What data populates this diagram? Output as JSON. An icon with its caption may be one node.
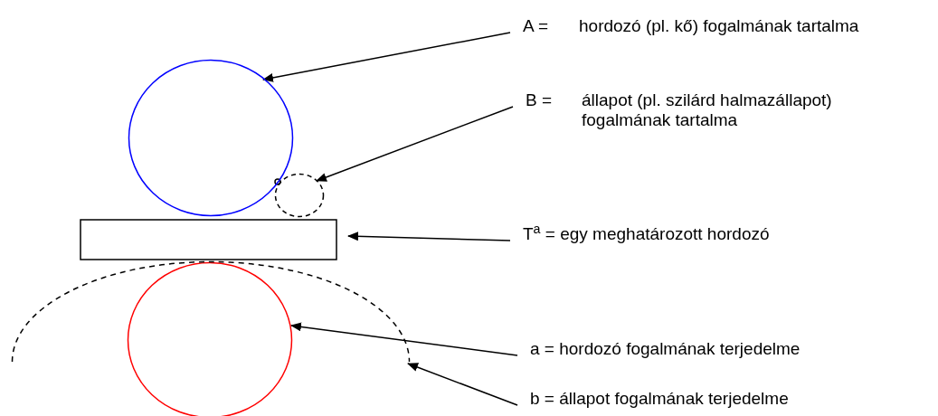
{
  "diagram": {
    "nodes": [
      {
        "text": [
          "A =",
          "hordozó (pl. kő) fogalmának tartalma"
        ]
      },
      {
        "text": [
          "B =",
          "állapot (pl. szilárd halmazállapot) fogalmának tartalma"
        ]
      },
      {
        "text": [],
        "shape": "circle"
      },
      {
        "text": [],
        "shape": "circle"
      },
      {
        "text": [],
        "shape": "box"
      },
      {
        "text": [
          "T$^{a}$ = egy meghatározott hordozó"
        ]
      },
      {
        "text": [],
        "shape": "circle"
      },
      {
        "text": [],
        "shape": "arc"
      },
      {
        "text": [
          "a = hordozó fogalmának terjedelme"
        ]
      },
      {
        "text": [
          "b = állapot fogalmának terjedelme"
        ]
      }
    ],
    "edges": [
      {
        "from": 0,
        "to": 2,
        "arrow": "to"
      },
      {
        "from": 1,
        "to": 3,
        "arrow": "to"
      },
      {
        "from": 5,
        "to": 4,
        "arrow": "to"
      },
      {
        "from": 8,
        "to": 6,
        "arrow": "to"
      },
      {
        "from": 9,
        "to": 7,
        "arrow": "to"
      }
    ]
  }
}
